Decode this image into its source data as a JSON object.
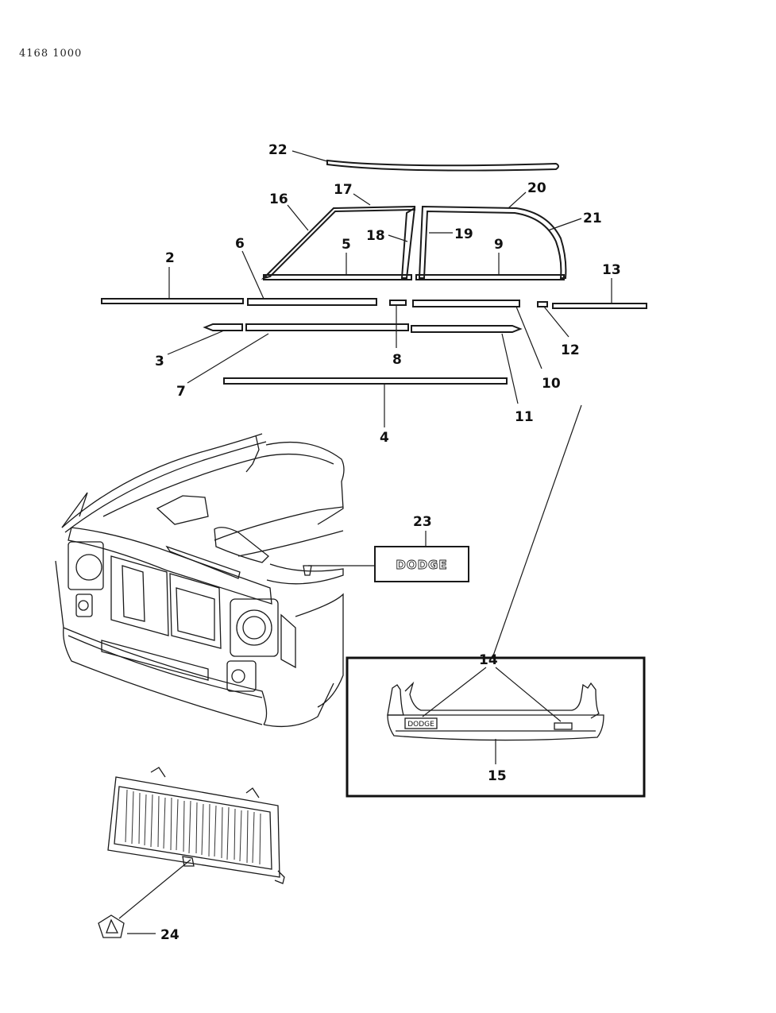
{
  "document": {
    "code": "4168 1000"
  },
  "callouts": {
    "c2": "2",
    "c3": "3",
    "c4": "4",
    "c5": "5",
    "c6": "6",
    "c7": "7",
    "c8": "8",
    "c9": "9",
    "c10": "10",
    "c11": "11",
    "c12": "12",
    "c13": "13",
    "c14": "14",
    "c15": "15",
    "c16": "16",
    "c17": "17",
    "c18": "18",
    "c19": "19",
    "c20": "20",
    "c21": "21",
    "c22": "22",
    "c23": "23",
    "c24": "24"
  },
  "badges": {
    "hood_emblem": "DODGE",
    "tailgate_nameplate": "DODGE"
  }
}
